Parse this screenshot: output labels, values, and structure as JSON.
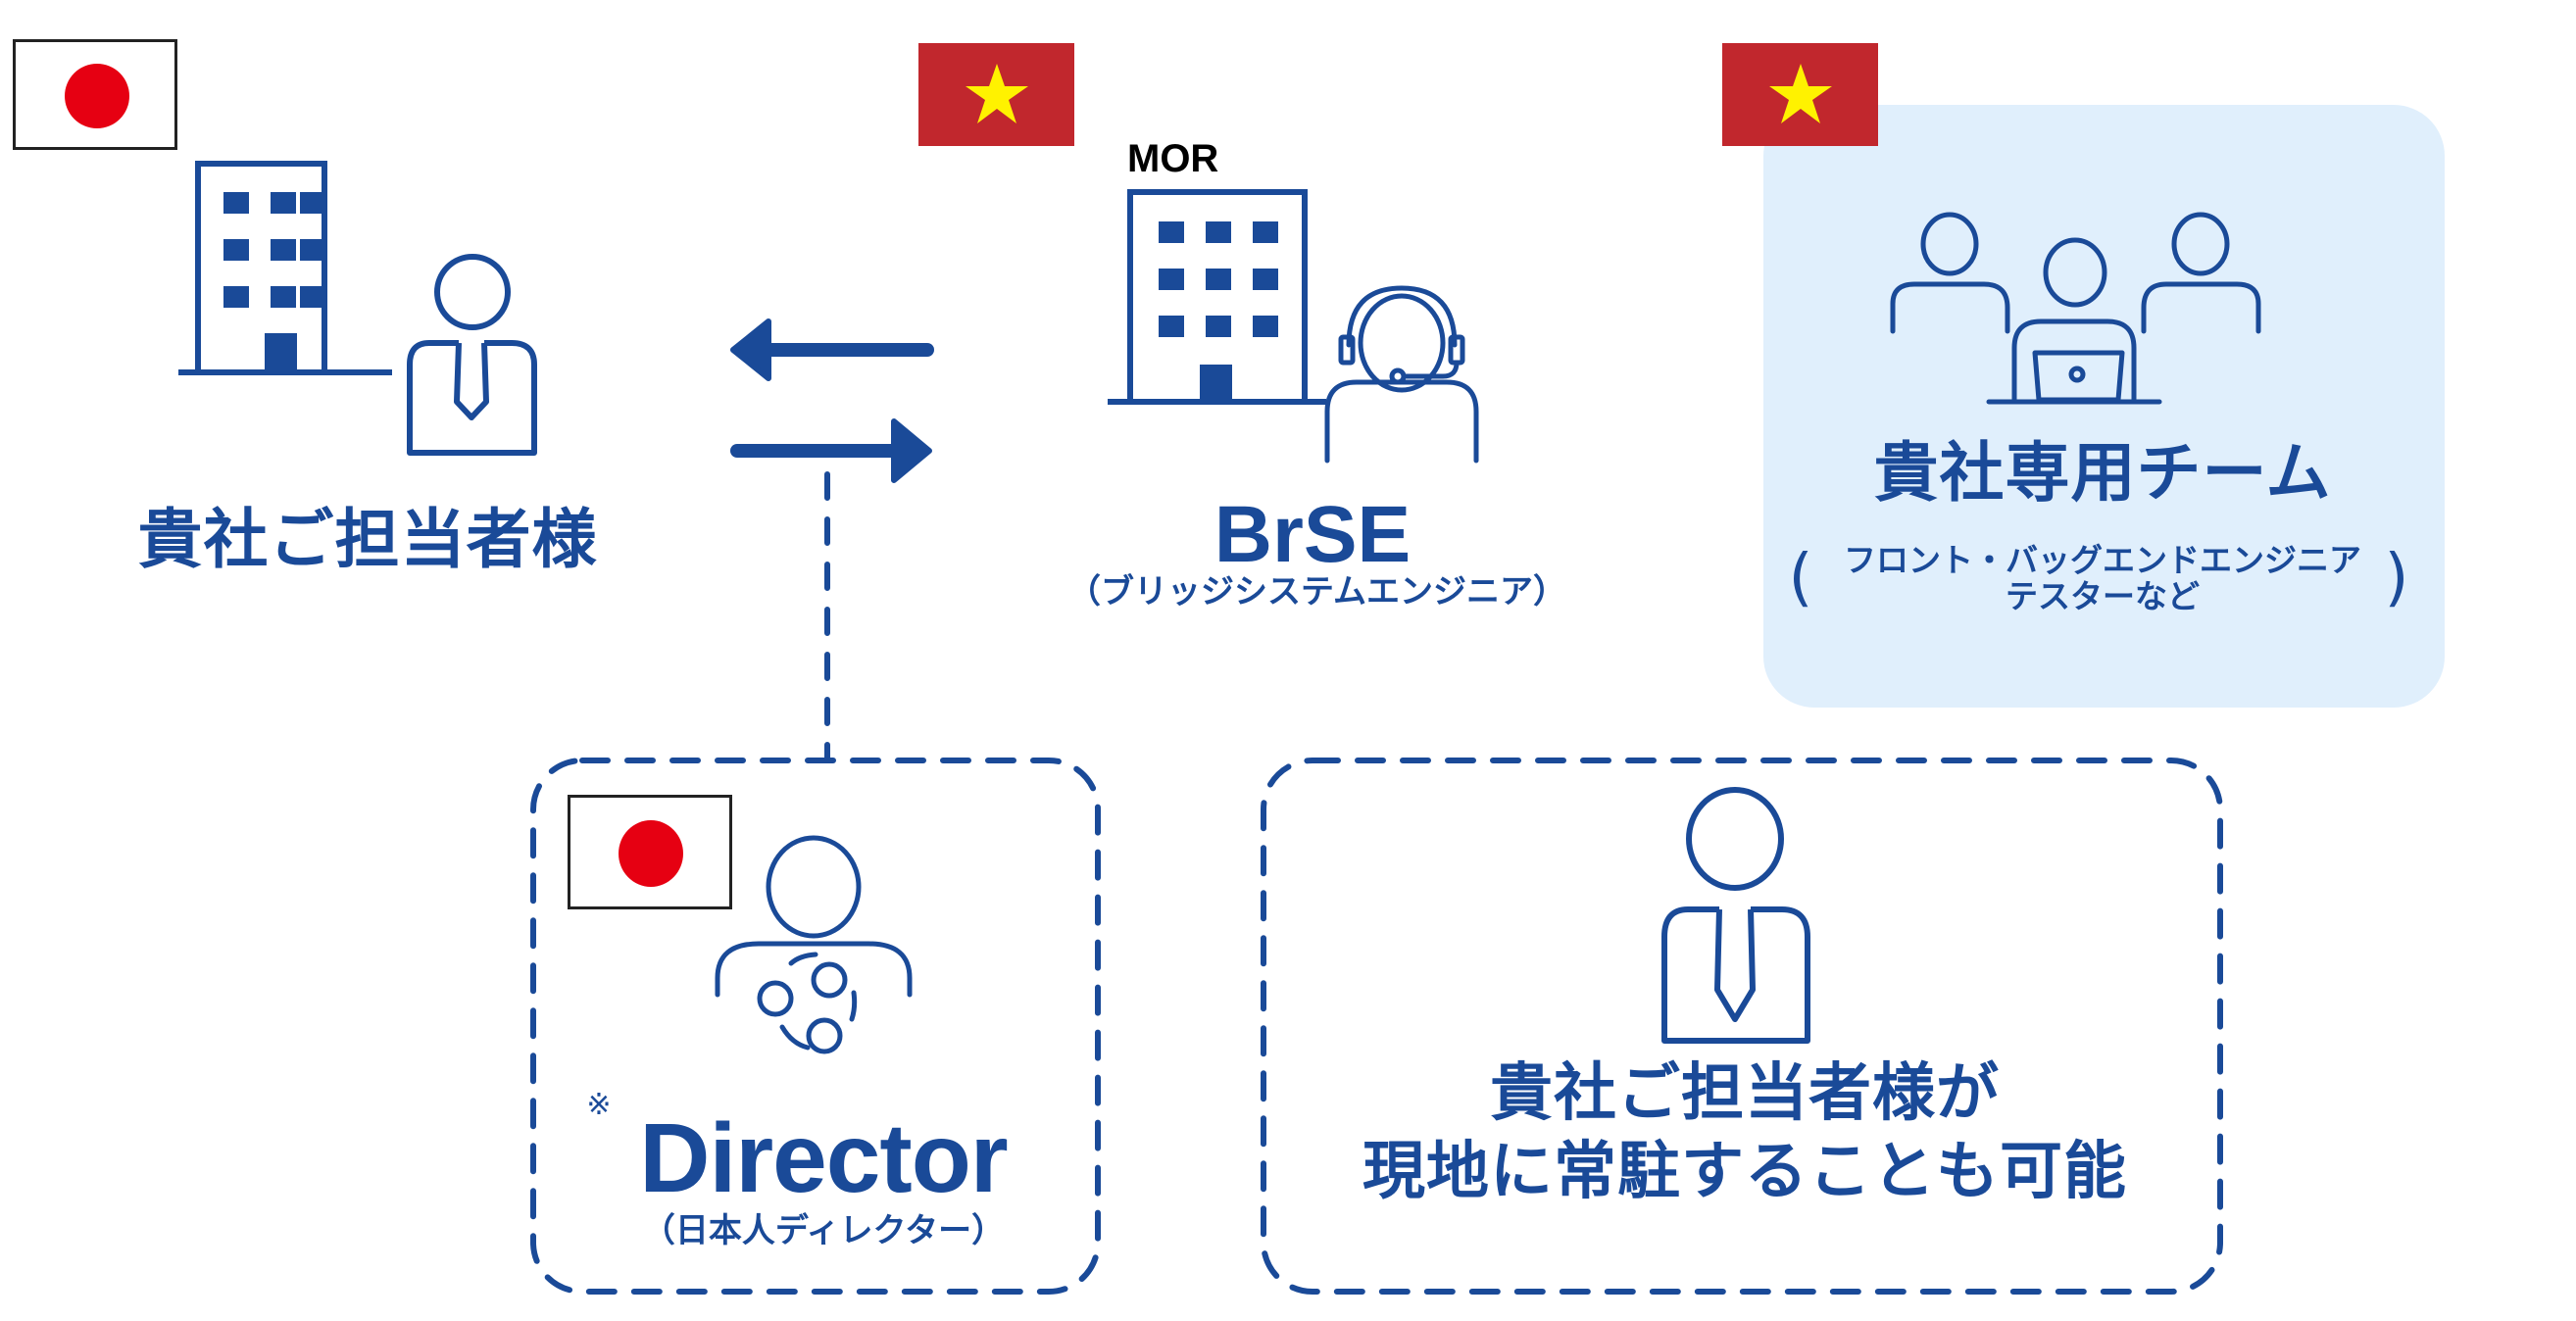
{
  "colors": {
    "primary_blue": "#1A4A98",
    "panel_bg": "#E0EFFC",
    "jp_red": "#E60012",
    "vn_red": "#C1272D",
    "vn_star": "#FFF200"
  },
  "client": {
    "flag": "japan-flag",
    "icons": [
      "building-icon",
      "businessperson-icon"
    ],
    "title": "貴社ご担当者様"
  },
  "connector": {
    "arrows": [
      "arrow-left-icon",
      "arrow-right-icon"
    ],
    "link": "dashed-connector"
  },
  "brse": {
    "flag": "vietnam-flag",
    "company_label": "MOR",
    "icons": [
      "building-icon",
      "headset-operator-icon"
    ],
    "title": "BrSE",
    "subtitle": "（ブリッジシステムエンジニア）"
  },
  "team": {
    "flag": "vietnam-flag",
    "icon": "team-with-laptop-icon",
    "title": "貴社専用チーム",
    "paren_open": "(",
    "paren_close": ")",
    "roles_line1": "フロント・バッグエンドエンジニア",
    "roles_line2": "テスターなど"
  },
  "director": {
    "flag": "japan-flag",
    "icon": "director-network-icon",
    "note_mark": "※",
    "title": "Director",
    "subtitle": "（日本人ディレクター）"
  },
  "onsite": {
    "icon": "businessperson-icon",
    "line1": "貴社ご担当者様が",
    "line2": "現地に常駐することも可能"
  }
}
